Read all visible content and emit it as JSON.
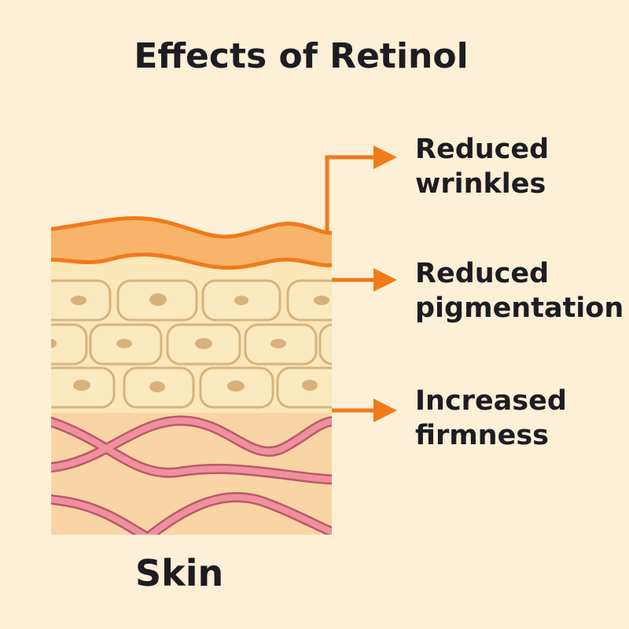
{
  "title": "Effects of Retinol",
  "effects": [
    {
      "line1": "Reduced",
      "line2": "wrinkles"
    },
    {
      "line1": "Reduced",
      "line2": "pigmentation"
    },
    {
      "line1": "Increased",
      "line2": "firmness"
    }
  ],
  "skin_label": "Skin",
  "colors": {
    "background": "#fdf0d6",
    "arrow": "#f07a1a",
    "top_layer": "#f8b46a",
    "epidermis": "#fce7b8",
    "cell_outline": "#d6b47c",
    "dermis": "#f9d4a4",
    "fibers": "#e8879a"
  }
}
